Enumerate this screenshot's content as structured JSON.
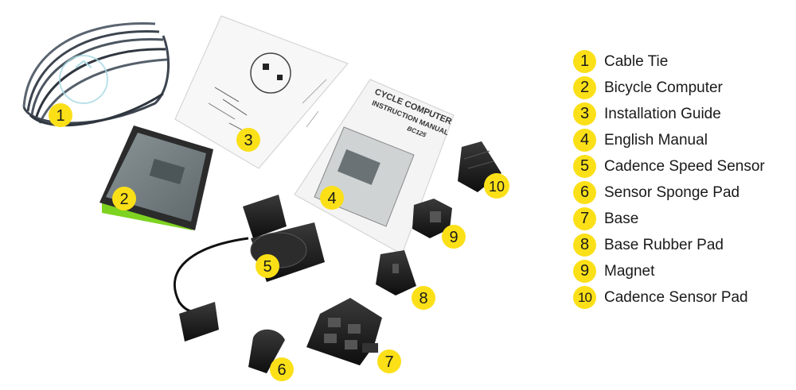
{
  "manual": {
    "title_line1": "CYCLE COMPUTER",
    "title_line2": "INSTRUCTION MANUAL",
    "model": "BC125"
  },
  "parts": [
    {
      "num": "1",
      "label": "Cable Tie",
      "icon": "cable-tie"
    },
    {
      "num": "2",
      "label": "Bicycle Computer",
      "icon": "bicycle-computer"
    },
    {
      "num": "3",
      "label": "Installation Guide",
      "icon": "installation-guide"
    },
    {
      "num": "4",
      "label": "English Manual",
      "icon": "english-manual"
    },
    {
      "num": "5",
      "label": "Cadence Speed Sensor",
      "icon": "cadence-speed-sensor"
    },
    {
      "num": "6",
      "label": "Sensor Sponge Pad",
      "icon": "sensor-sponge-pad"
    },
    {
      "num": "7",
      "label": "Base",
      "icon": "base"
    },
    {
      "num": "8",
      "label": "Base Rubber Pad",
      "icon": "base-rubber-pad"
    },
    {
      "num": "9",
      "label": "Magnet",
      "icon": "magnet"
    },
    {
      "num": "10",
      "label": "Cadence Sensor Pad",
      "icon": "cadence-sensor-pad"
    }
  ],
  "colors": {
    "badge": "#fbe018",
    "computer_accent": "#7ed321"
  }
}
